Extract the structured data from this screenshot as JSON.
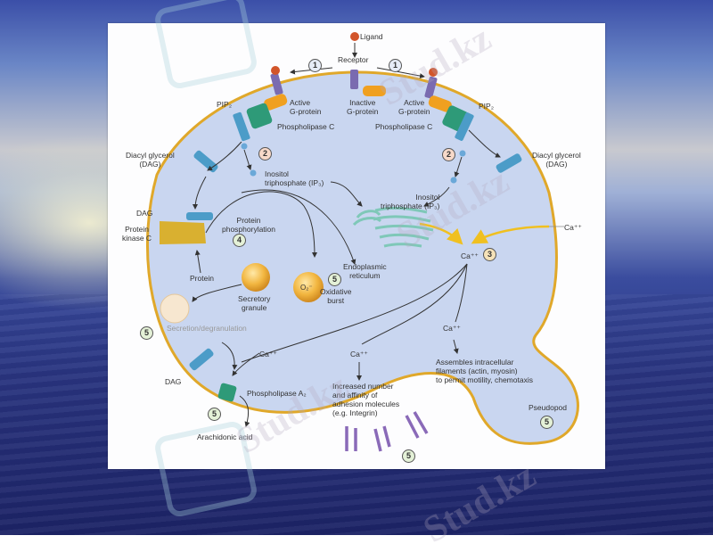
{
  "slide": {
    "background": "ocean-sky",
    "watermark": "Stud.kz"
  },
  "diagram": {
    "labels": {
      "ligand": "Ligand",
      "receptor": "Receptor",
      "active_gprotein_left": "Active\nG-protein",
      "inactive_gprotein": "Inactive\nG-protein",
      "active_gprotein_right": "Active\nG-protein",
      "pip2_left": "PIP₂",
      "pip2_right": "PIP₂",
      "phospholipase_c_left": "Phospholipase C",
      "phospholipase_c_right": "Phospholipase C",
      "dag_left": "Diacyl glycerol\n(DAG)",
      "dag_right": "Diacyl glycerol\n(DAG)",
      "ip3_left": "Inositol\ntriphosphate (IP₃)",
      "ip3_right": "Inositol\ntriphosphate (IP₃)",
      "dag_short": "DAG",
      "protein_kinase_c": "Protein\nkinase C",
      "protein_phosphorylation": "Protein\nphosphorylation",
      "protein": "Protein",
      "secretory_granule": "Secretory\ngranule",
      "o2": "O₂⁻",
      "oxidative_burst": "Oxidative\nburst",
      "endoplasmic_reticulum": "Endoplasmic\nreticulum",
      "ca_center": "Ca⁺⁺",
      "ca_external": "Ca⁺⁺",
      "secretion": "Secretion/degranulation",
      "ca_left": "Ca⁺⁺",
      "ca_mid": "Ca⁺⁺",
      "ca_right": "Ca⁺⁺",
      "dag_bottom": "DAG",
      "phospholipase_a2": "Phospholipase A₂",
      "arachidonic_acid": "Arachidonic acid",
      "adhesion": "Increased number\nand affinity of\nadhesion molecules\n(e.g. Integrin)",
      "filaments": "Assembles intracellular\nfilaments (actin, myosin)\nto permit motility, chemotaxis",
      "pseudopod": "Pseudopod"
    },
    "steps": {
      "s1a": "1",
      "s1b": "1",
      "s2a": "2",
      "s2b": "2",
      "s3": "3",
      "s4": "4",
      "s5_oxidative": "5",
      "s5_secretion": "5",
      "s5_arachidonic": "5",
      "s5_adhesion": "5",
      "s5_pseudopod": "5"
    },
    "colors": {
      "cell_fill": "#c9d6f0",
      "membrane": "#e0a82a",
      "receptor": "#7a6bb0",
      "ligand": "#d2552a",
      "gprotein": "#f0a020",
      "phospholipase": "#2e9a78",
      "pip2": "#4c9cc8",
      "kinase": "#d9b030",
      "er": "#7fc8b8",
      "ca_arrow": "#f0c020",
      "integrin": "#8a6ab8"
    }
  }
}
